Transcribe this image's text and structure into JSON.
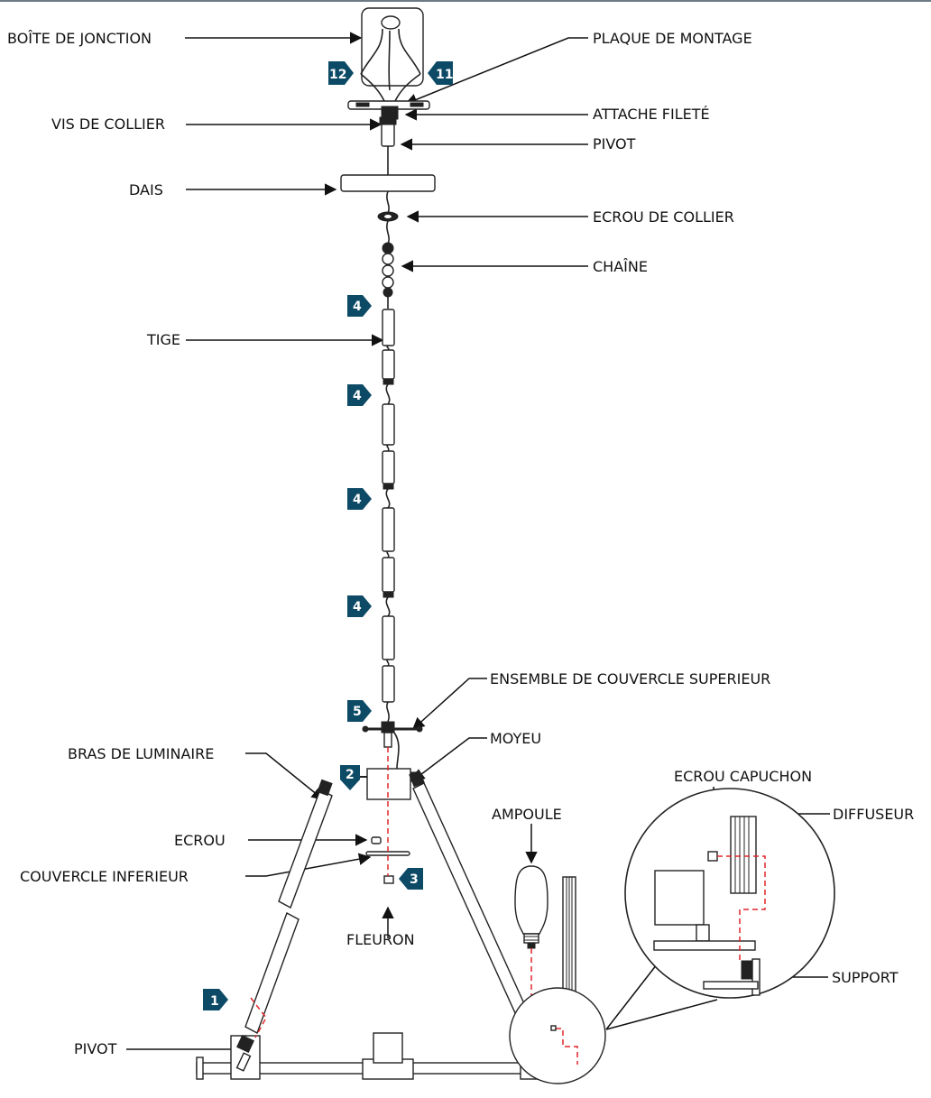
{
  "colors": {
    "badge": "#0d4a66",
    "guide": "#e0262a",
    "ink": "#111111"
  },
  "labels": {
    "junction_box": "BOÎTE DE JONCTION",
    "mounting_plate": "PLAQUE DE MONTAGE",
    "collar_screw": "VIS DE COLLIER",
    "threaded_nipple": "ATTACHE FILETÉ",
    "swivel_top": "PIVOT",
    "canopy": "DAIS",
    "collar_nut": "ECROU DE COLLIER",
    "chain": "CHAÎNE",
    "stem": "TIGE",
    "top_cover": "ENSEMBLE DE COUVERCLE SUPERIEUR",
    "hub": "MOYEU",
    "fixture_arm": "BRAS DE LUMINAIRE",
    "cap_nut": "ECROU CAPUCHON",
    "diffuser": "DIFFUSEUR",
    "bulb": "AMPOULE",
    "nut": "ECROU",
    "bottom_cover": "COUVERCLE INFERIEUR",
    "finial": "FLEURON",
    "bracket": "SUPPORT",
    "swivel_bottom": "PIVOT"
  },
  "badges": {
    "b12": "12",
    "b11": "11",
    "b4a": "4",
    "b4b": "4",
    "b4c": "4",
    "b4d": "4",
    "b5": "5",
    "b2": "2",
    "b3": "3",
    "b1": "1"
  }
}
